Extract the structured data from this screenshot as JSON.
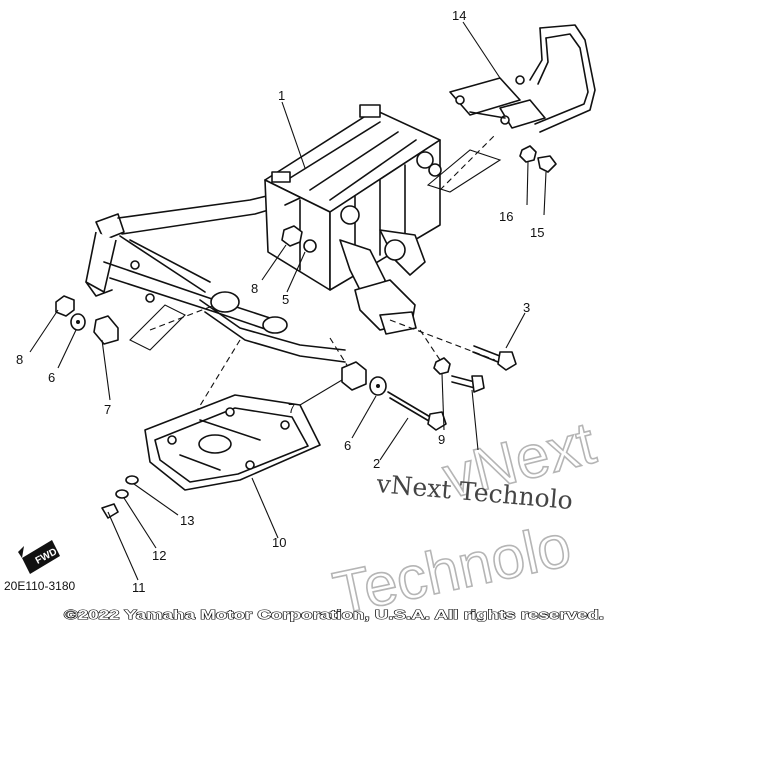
{
  "callouts": [
    {
      "id": "1",
      "label": "1"
    },
    {
      "id": "2",
      "label": "2"
    },
    {
      "id": "3",
      "label": "3"
    },
    {
      "id": "5",
      "label": "5"
    },
    {
      "id": "6a",
      "label": "6"
    },
    {
      "id": "6b",
      "label": "6"
    },
    {
      "id": "7a",
      "label": "7"
    },
    {
      "id": "7b",
      "label": "7"
    },
    {
      "id": "8a",
      "label": "8"
    },
    {
      "id": "8b",
      "label": "8"
    },
    {
      "id": "9",
      "label": "9"
    },
    {
      "id": "10",
      "label": "10"
    },
    {
      "id": "11",
      "label": "11"
    },
    {
      "id": "12",
      "label": "12"
    },
    {
      "id": "13",
      "label": "13"
    },
    {
      "id": "14",
      "label": "14"
    },
    {
      "id": "15",
      "label": "15"
    },
    {
      "id": "16",
      "label": "16"
    }
  ],
  "diagram_code": "20E110-3180",
  "fwd_badge": "FWD",
  "copyright": "©2022 Yamaha Motor Corporation, U.S.A. All rights reserved.",
  "watermark": {
    "line1": "vNext Technolo",
    "big_a": "vNext",
    "big_b": "Technolo"
  },
  "colors": {
    "ink": "#111111",
    "watermark": "#b5b5b5",
    "background": "#ffffff"
  }
}
